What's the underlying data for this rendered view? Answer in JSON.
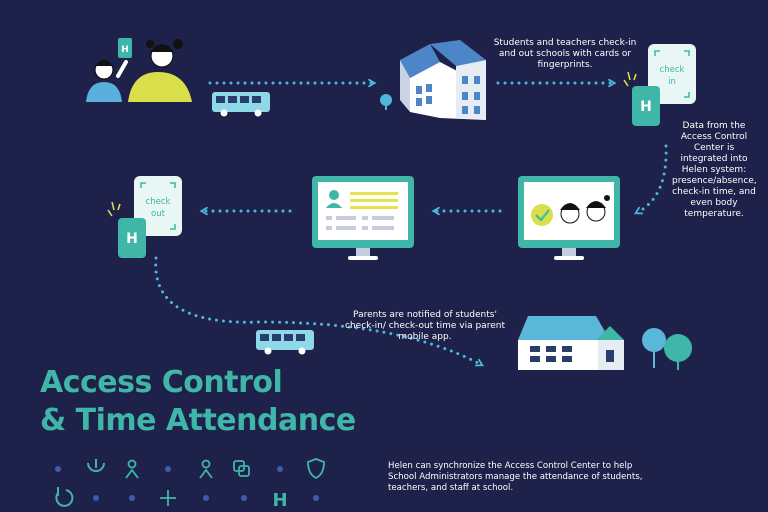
{
  "texts": {
    "step1": "Students and teachers check-in and out schools with cards or fingerprints.",
    "step2": "Data from the Access Control Center is integrated into Helen system: presence/absence, check-in time, and even body temperature.",
    "step3": "Parents are notified of students' check-in/ check-out time via parent mobile app.",
    "title_line1": "Access Control",
    "title_line2": "& Time Attendance",
    "footer": "Helen can synchronize the Access Control Center to help School Administrators manage the attendance of students, teachers, and staff at school."
  },
  "labels": {
    "checkin_a": "check",
    "checkin_b": "in",
    "checkout_a": "check",
    "checkout_b": "out"
  },
  "colors": {
    "background": "#1e2149",
    "teal": "#3fb6a8",
    "dots": "#4fb6dc",
    "yellow": "#e8e24a",
    "bus": "#8fd8e8",
    "building_blue": "#4d86c8",
    "house_roof": "#5ab7d8"
  },
  "icons": [
    "people-icon",
    "bus-icon",
    "school-building-icon",
    "checkin-device-icon",
    "monitor-icon",
    "checkout-device-icon",
    "house-icon",
    "tree-icon",
    "power-icon",
    "person-icon",
    "copy-icon",
    "shield-icon",
    "plus-icon",
    "helen-logo-icon"
  ]
}
